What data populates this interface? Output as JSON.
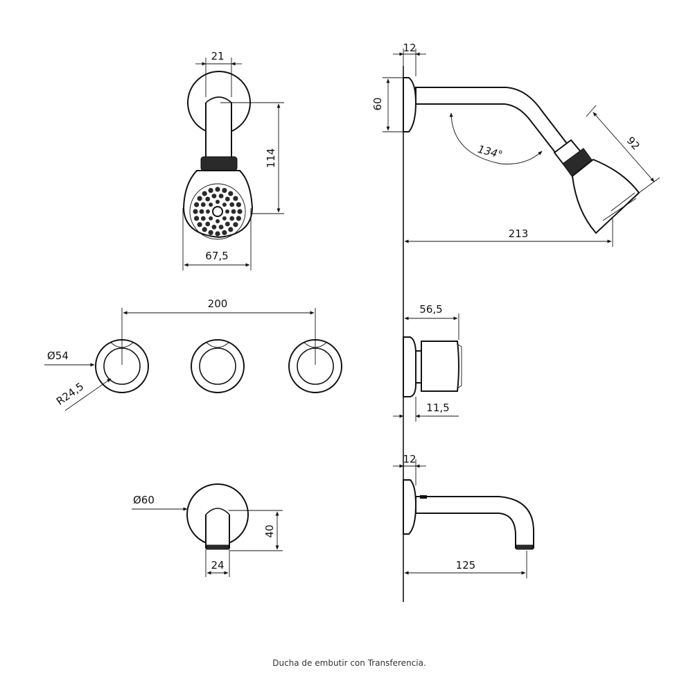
{
  "dimensions": {
    "head_neck_width": "21",
    "head_drop": "114",
    "head_diameter": "67,5",
    "valve_spacing": "200",
    "valve_diameter": "Ø54",
    "valve_radius": "R24,5",
    "flange_thickness_top": "12",
    "flange_height": "60",
    "arm_angle": "134°",
    "head_side": "92",
    "arm_reach": "213",
    "handle_depth": "56,5",
    "handle_offset": "11,5",
    "spout_plate_diameter": "Ø60",
    "spout_height": "40",
    "spout_width": "24",
    "flange_thickness_bottom": "12",
    "spout_reach": "125"
  },
  "caption": "Ducha de embutir con Transferencia."
}
